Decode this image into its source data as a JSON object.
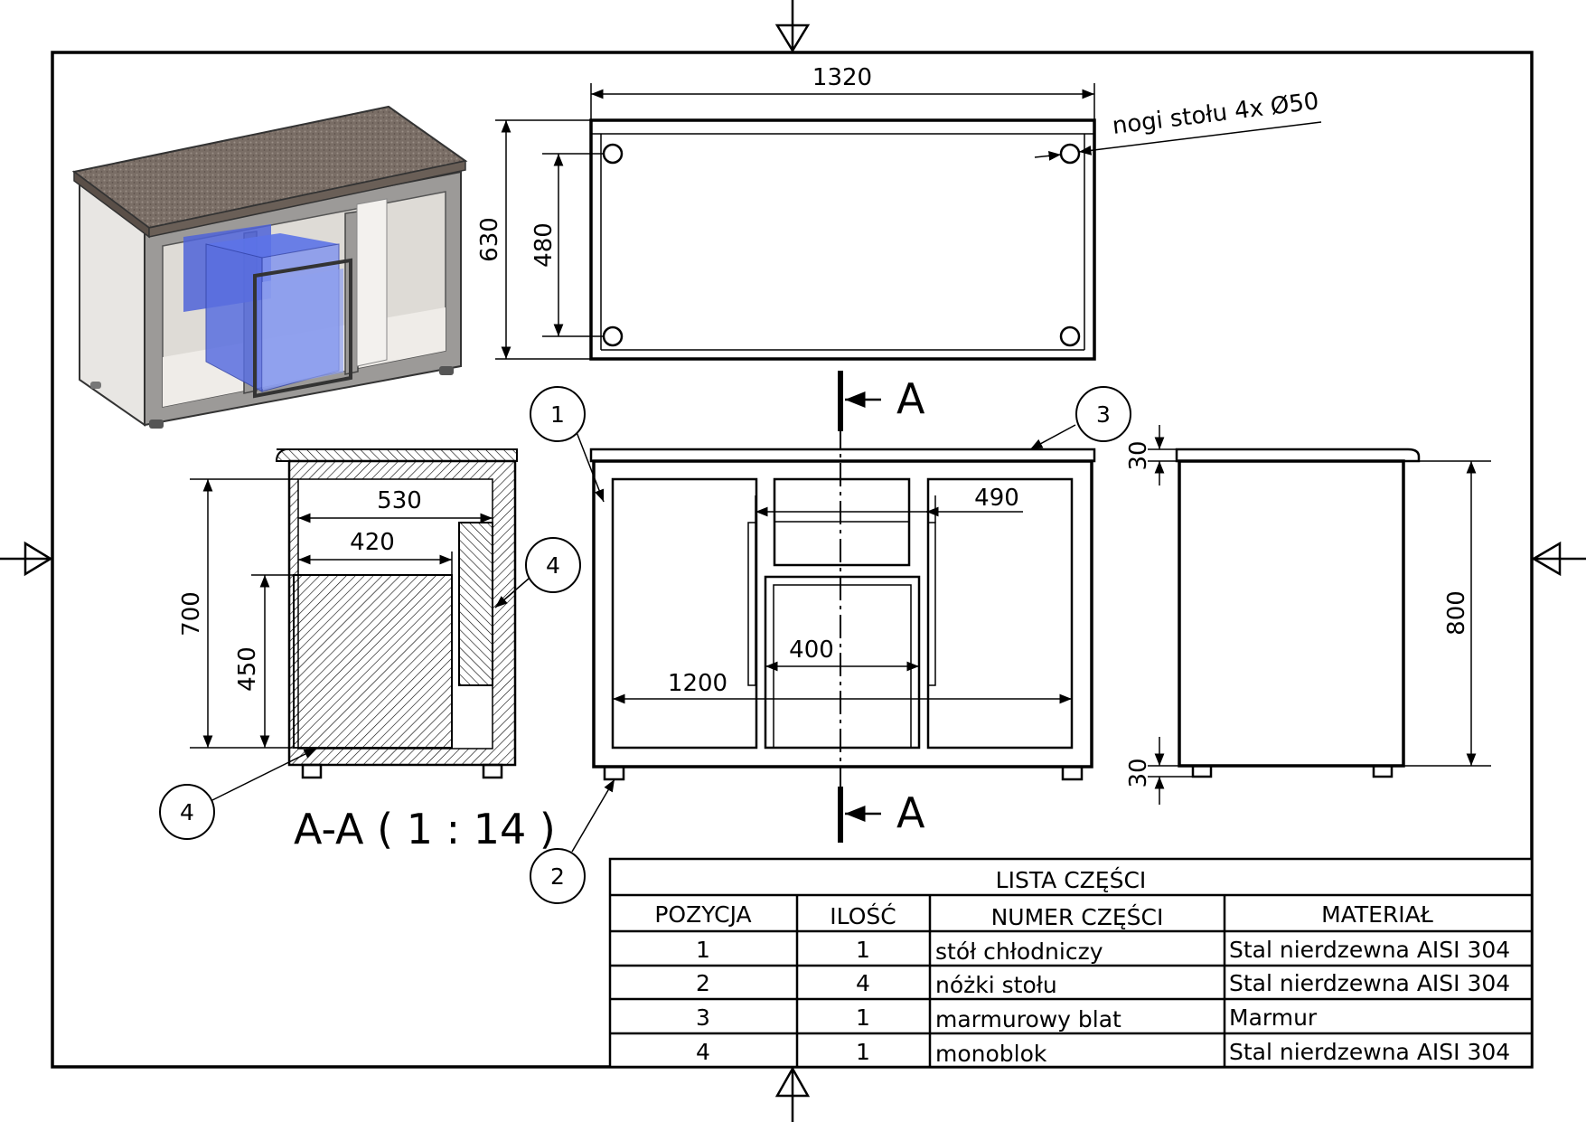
{
  "views": {
    "top": {
      "width_dim": "1320",
      "depth_dim": "630",
      "leg_spacing_dim": "480",
      "legs_note": "nogi stołu 4x Ø50"
    },
    "section": {
      "title": "A-A ( 1 : 14 )",
      "dims": [
        "530",
        "420",
        "700",
        "450"
      ]
    },
    "front": {
      "dims": [
        "490",
        "400",
        "1200"
      ],
      "section_label": "A"
    },
    "side": {
      "dims": [
        "30",
        "800",
        "30"
      ]
    }
  },
  "callouts": [
    "1",
    "2",
    "3",
    "4",
    "4"
  ],
  "parts_list": {
    "title": "LISTA CZĘŚCI",
    "headers": [
      "POZYCJA",
      "ILOŚĆ",
      "NUMER CZĘŚCI",
      "MATERIAŁ"
    ],
    "rows": [
      [
        "1",
        "1",
        "stół chłodniczy",
        "Stal nierdzewna AISI 304"
      ],
      [
        "2",
        "4",
        "nóżki stołu",
        "Stal nierdzewna AISI 304"
      ],
      [
        "3",
        "1",
        "marmurowy blat",
        "Marmur"
      ],
      [
        "4",
        "1",
        "monoblok",
        "Stal nierdzewna AISI 304"
      ]
    ]
  }
}
